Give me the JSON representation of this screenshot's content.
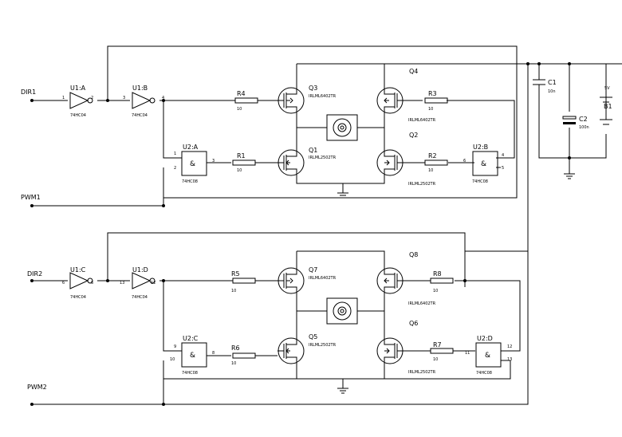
{
  "nets": {
    "dir1": "DIR1",
    "pwm1": "PWM1",
    "dir2": "DIR2",
    "pwm2": "PWM2"
  },
  "inverters": [
    {
      "ref": "U1:A",
      "part": "74HC04",
      "in_pin": "1",
      "out_pin": "2"
    },
    {
      "ref": "U1:B",
      "part": "74HC04",
      "in_pin": "3",
      "out_pin": "4"
    },
    {
      "ref": "U1:C",
      "part": "74HC04",
      "in_pin": "6",
      "out_pin": "6"
    },
    {
      "ref": "U1:D",
      "part": "74HC04",
      "in_pin": "13",
      "out_pin": "12"
    }
  ],
  "and_gates": [
    {
      "ref": "U2:A",
      "part": "74HC08",
      "symbol": "&",
      "pin_a": "1",
      "pin_b": "2",
      "pin_out": "3"
    },
    {
      "ref": "U2:B",
      "part": "74HC08",
      "symbol": "&",
      "pin_a": "4",
      "pin_b": "5",
      "pin_out": "6"
    },
    {
      "ref": "U2:C",
      "part": "74HC08",
      "symbol": "&",
      "pin_a": "9",
      "pin_b": "10",
      "pin_out": "8"
    },
    {
      "ref": "U2:D",
      "part": "74HC08",
      "symbol": "&",
      "pin_a": "12",
      "pin_b": "13",
      "pin_out": "11"
    }
  ],
  "resistors": [
    {
      "ref": "R1",
      "value": "10"
    },
    {
      "ref": "R2",
      "value": "10"
    },
    {
      "ref": "R3",
      "value": "10"
    },
    {
      "ref": "R4",
      "value": "10"
    },
    {
      "ref": "R5",
      "value": "10"
    },
    {
      "ref": "R6",
      "value": "10"
    },
    {
      "ref": "R7",
      "value": "10"
    },
    {
      "ref": "R8",
      "value": "10"
    }
  ],
  "mosfets": [
    {
      "ref": "Q1",
      "part": "IRLML2502TR"
    },
    {
      "ref": "Q2",
      "part": "IRLML2502TR"
    },
    {
      "ref": "Q3",
      "part": "IRLML6402TR"
    },
    {
      "ref": "Q4",
      "part": "IRLML6402TR"
    },
    {
      "ref": "Q5",
      "part": "IRLML2502TR"
    },
    {
      "ref": "Q6",
      "part": "IRLML2502TR"
    },
    {
      "ref": "Q7",
      "part": "IRLML6402TR"
    },
    {
      "ref": "Q8",
      "part": "IRLML6402TR"
    }
  ],
  "capacitors": [
    {
      "ref": "C1",
      "value": "10n"
    },
    {
      "ref": "C2",
      "value": "100n"
    }
  ],
  "battery": {
    "ref": "B1",
    "voltage": "5V"
  },
  "colors": {
    "ink": "#000000",
    "background": "#ffffff"
  }
}
